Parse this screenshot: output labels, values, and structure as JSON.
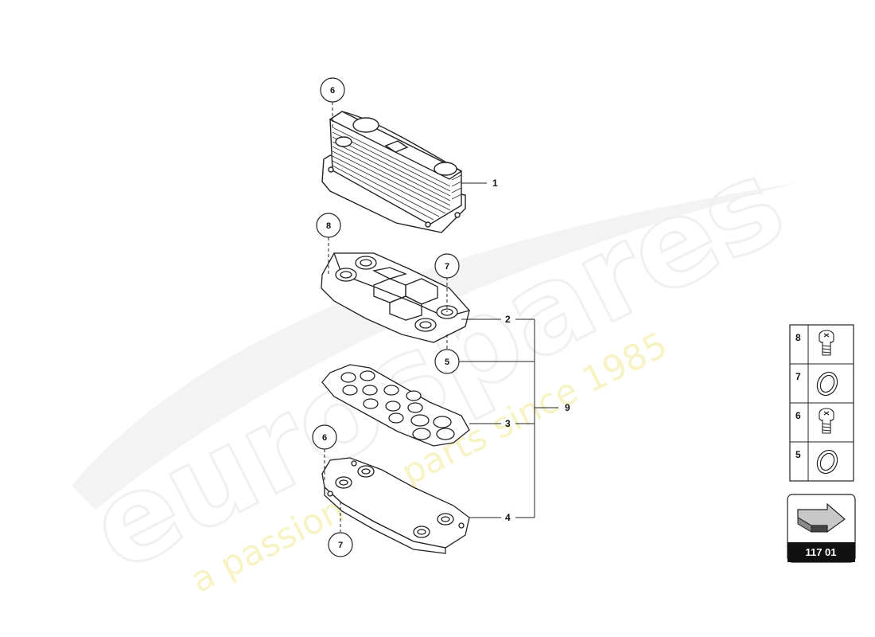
{
  "watermark": {
    "brand": "eurospares",
    "tagline": "a passion for parts since 1985"
  },
  "callouts": {
    "c6_top": "6",
    "c8": "8",
    "c7_mid": "7",
    "c5": "5",
    "c6_low": "6",
    "c7_bottom": "7"
  },
  "leaders": {
    "l1": "1",
    "l2": "2",
    "l3": "3",
    "l4": "4",
    "l9": "9"
  },
  "legend": {
    "items": [
      {
        "number": "8",
        "icon": "bolt-icon"
      },
      {
        "number": "7",
        "icon": "seal-ring-icon"
      },
      {
        "number": "6",
        "icon": "bolt-icon"
      },
      {
        "number": "5",
        "icon": "seal-ring-icon"
      }
    ]
  },
  "reference": {
    "code": "117 01",
    "icon": "direction-arrow-icon"
  }
}
